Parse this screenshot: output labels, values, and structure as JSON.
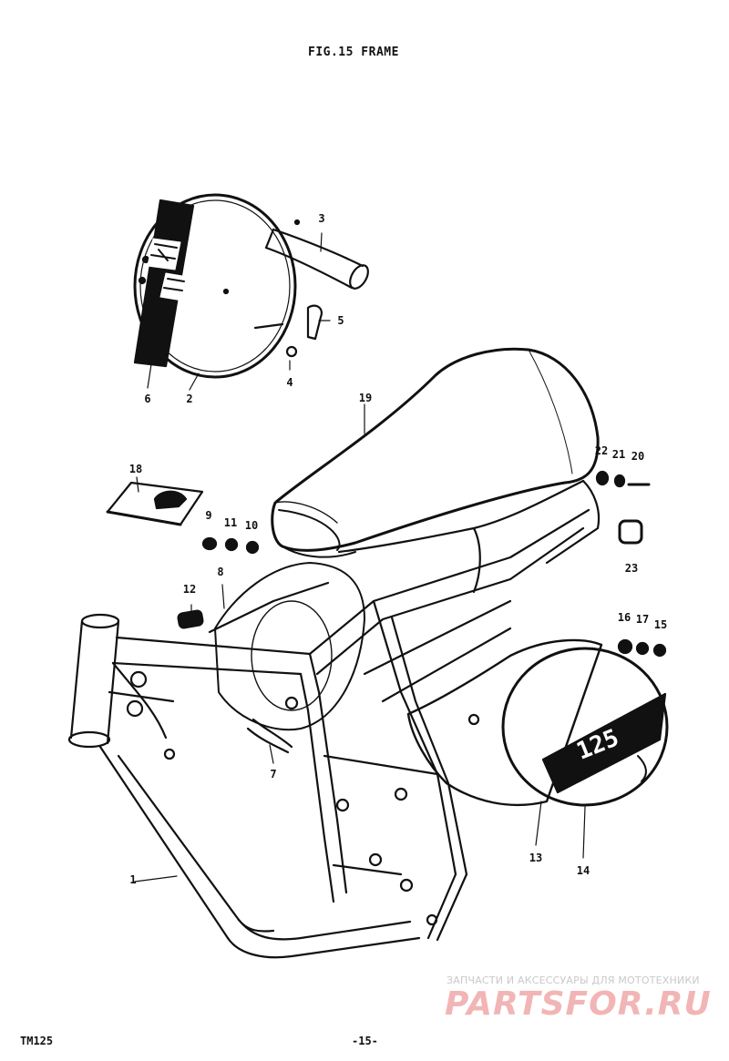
{
  "title": "FIG.15  FRAME",
  "cover_text": "125",
  "parts": [
    {
      "id": "1",
      "label": "1"
    },
    {
      "id": "2",
      "label": "2"
    },
    {
      "id": "3",
      "label": "3"
    },
    {
      "id": "4",
      "label": "4"
    },
    {
      "id": "5",
      "label": "5"
    },
    {
      "id": "6",
      "label": "6"
    },
    {
      "id": "7",
      "label": "7"
    },
    {
      "id": "8",
      "label": "8"
    },
    {
      "id": "9",
      "label": "9"
    },
    {
      "id": "10",
      "label": "10"
    },
    {
      "id": "11",
      "label": "11"
    },
    {
      "id": "12",
      "label": "12"
    },
    {
      "id": "13",
      "label": "13"
    },
    {
      "id": "14",
      "label": "14"
    },
    {
      "id": "15",
      "label": "15"
    },
    {
      "id": "16",
      "label": "16"
    },
    {
      "id": "17",
      "label": "17"
    },
    {
      "id": "18",
      "label": "18"
    },
    {
      "id": "19",
      "label": "19"
    },
    {
      "id": "20",
      "label": "20"
    },
    {
      "id": "21",
      "label": "21"
    },
    {
      "id": "22",
      "label": "22"
    },
    {
      "id": "23",
      "label": "23"
    }
  ],
  "footer": {
    "model": "TM125",
    "page": "-15-"
  },
  "watermark": {
    "text": "ЗАПЧАСТИ И АКСЕССУАРЫ ДЛЯ МОТОТЕХНИКИ",
    "logo": "PARTSFOR.RU"
  },
  "colors": {
    "ink": "#111111",
    "watermark_logo": "#f2b5b5",
    "watermark_text": "#c9c9c9"
  }
}
